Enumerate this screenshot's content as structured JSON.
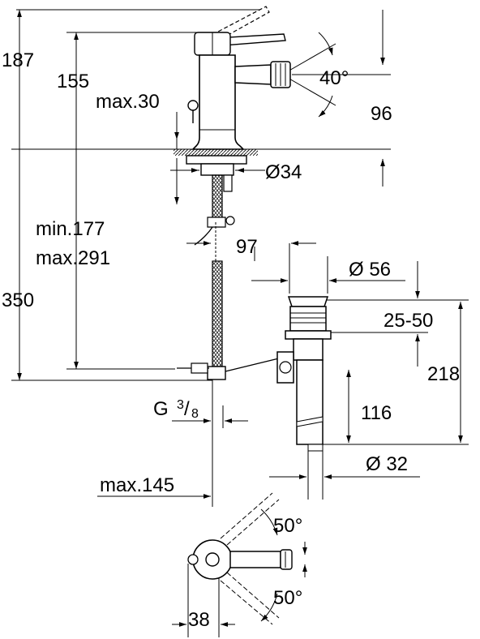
{
  "dimensions": {
    "d187": "187",
    "d155": "155",
    "dmax30": "max.30",
    "d40deg": "40°",
    "d96": "96",
    "d34": "Ø34",
    "dmin177": "min.177",
    "dmax291": "max.291",
    "d350": "350",
    "d97": "97",
    "d56": "Ø 56",
    "d2550": "25-50",
    "d218": "218",
    "dg_letter": "G",
    "dg_num": "3",
    "dg_den": "8",
    "d116": "116",
    "d32": "Ø 32",
    "dmax145": "max.145",
    "d50deg_top": "50°",
    "d50deg_bottom": "50°",
    "d38": "38"
  },
  "colors": {
    "ink": "#000000",
    "paper": "#ffffff"
  }
}
